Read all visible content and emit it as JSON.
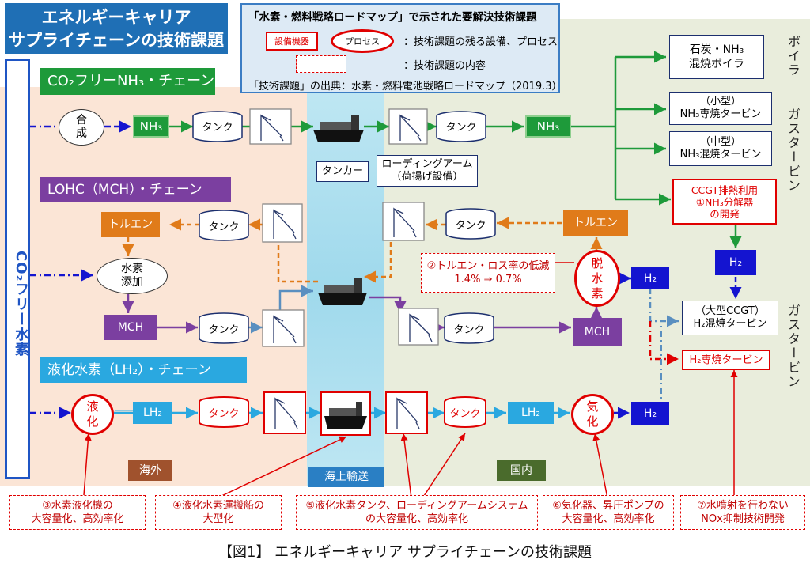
{
  "title_main": "エネルギーキャリア\nサプライチェーンの技術課題",
  "legend": {
    "heading": "「水素・燃料戦略ロードマップ」で示された要解決技術課題",
    "equipment": "設備機器",
    "process": "プロセス",
    "equip_desc": "：技術課題の残る設備、プロセス",
    "content_desc": "：技術課題の内容",
    "source": "「技術課題」の出典：水素・燃料電池戦略ロードマップ（2019.3）"
  },
  "side_label": "CO₂フリー水素",
  "chains": {
    "nh3": "CO₂フリーNH₃・チェーン",
    "lohc": "LOHC（MCH）・チェーン",
    "lh2": "液化水素（LH₂）・チェーン"
  },
  "nodes": {
    "synth": "合\n成",
    "nh3": "NH₃",
    "tank": "タンク",
    "toluene": "トルエン",
    "h2_add": "水素\n添加",
    "mch": "MCH",
    "liquefy": "液\n化",
    "lh2": "LH₂",
    "dehydro": "脱\n水\n素",
    "h2": "H₂",
    "vaporize": "気\n化",
    "tanker": "タンカー",
    "loading_arm": "ローディングアーム\n（荷揚げ設備）"
  },
  "end_uses": {
    "coal_boiler": "石炭・NH₃\n混焼ボイラ",
    "small_gt": "（小型）\nNH₃専焼タービン",
    "mid_gt": "（中型）\nNH₃混焼タービン",
    "decomposer": "CCGT排熱利用\n①NH₃分解器\nの開発",
    "large_ccgt": "（大型CCGT）\nH₂混焼タービン",
    "h2_turbine": "H₂専焼タービン"
  },
  "side_categories": {
    "boiler": "ボイラ",
    "gt1": "ガスタービン",
    "gt2": "ガスタービン"
  },
  "toluene_loss": "②トルエン・ロス率の低減\n1.4% ⇒ 0.7%",
  "issues": {
    "i3": "③水素液化機の\n大容量化、高効率化",
    "i4": "④液化水素運搬船の\n大型化",
    "i5": "⑤液化水素タンク、ローディングアームシステム\nの大容量化、高効率化",
    "i6": "⑥気化器、昇圧ポンプの\n大容量化、高効率化",
    "i7": "⑦水噴射を行わない\nNOx抑制技術開発"
  },
  "regions": {
    "overseas": "海外",
    "sea": "海上輸送",
    "domestic": "国内"
  },
  "caption": "【図1】 エネルギーキャリア サプライチェーンの技術課題",
  "colors": {
    "green": "#1e9a3a",
    "orange": "#e07b1a",
    "purple": "#7b3fa0",
    "cyan": "#2aa8e0",
    "blue": "#1414d0",
    "red": "#e00000"
  }
}
